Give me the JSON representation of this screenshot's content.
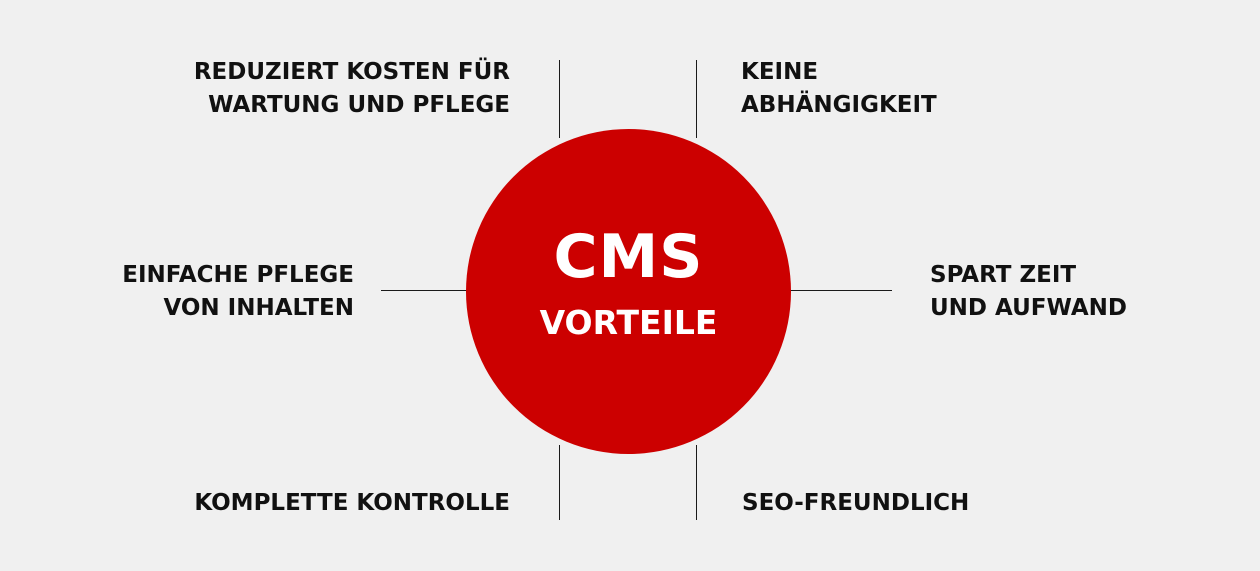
{
  "center": {
    "title": "CMS",
    "subtitle": "VORTEILE"
  },
  "benefits": {
    "top_left": [
      "REDUZIERT KOSTEN FÜR",
      "WARTUNG UND PFLEGE"
    ],
    "top_right": [
      "KEINE",
      "ABHÄNGIGKEIT"
    ],
    "middle_left": [
      "EINFACHE PFLEGE",
      "VON INHALTEN"
    ],
    "middle_right": [
      "SPART ZEIT",
      "UND AUFWAND"
    ],
    "bottom_left": [
      "KOMPLETTE KONTROLLE"
    ],
    "bottom_right": [
      "SEO-FREUNDLICH"
    ]
  },
  "colors": {
    "accent": "#cc0000",
    "background": "#f0f0f0",
    "text": "#111111"
  }
}
